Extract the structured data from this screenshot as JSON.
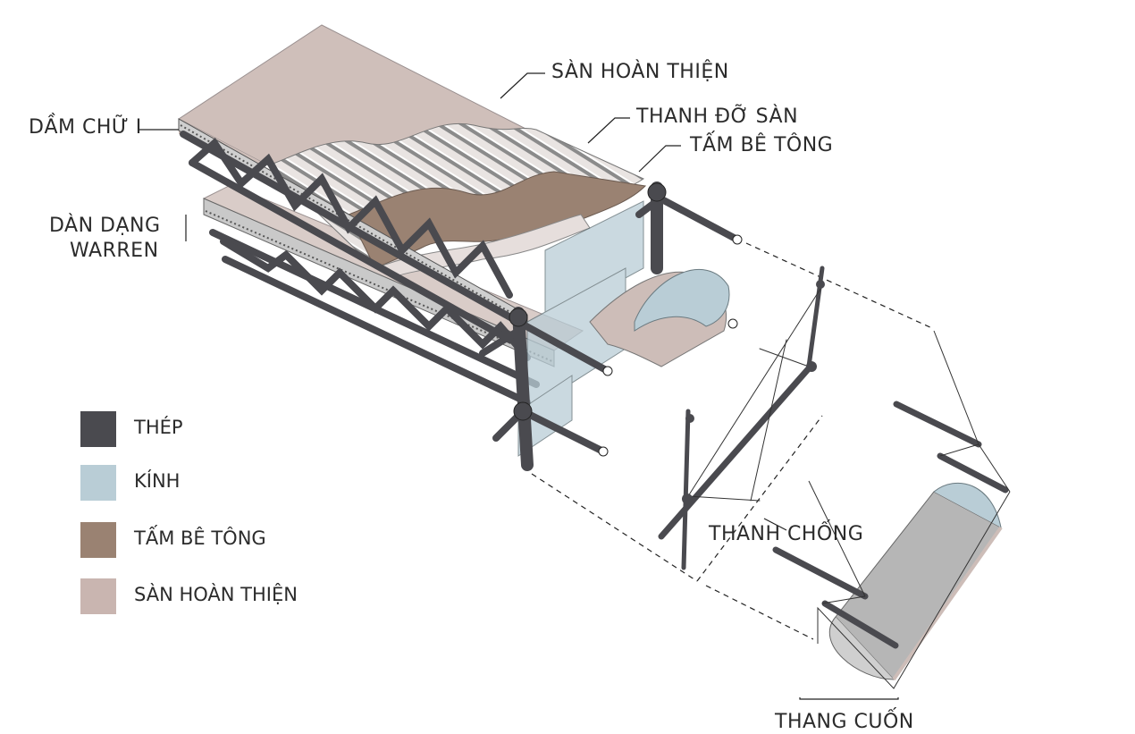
{
  "labels": {
    "finished_floor_top": "SÀN HOÀN THIỆN",
    "floor_joist": "THANH ĐỠ SÀN",
    "concrete_slab_top": "TẤM BÊ TÔNG",
    "i_beam": "DẦM CHỮ I",
    "warren_truss_line1": "DÀN DẠNG",
    "warren_truss_line2": "WARREN",
    "strut": "THANH CHỐNG",
    "escalator": "THANG CUỐN"
  },
  "legend": [
    {
      "label": "THÉP",
      "color": "#4a4a4f"
    },
    {
      "label": "KÍNH",
      "color": "#b9cdd6"
    },
    {
      "label": "TẤM BÊ TÔNG",
      "color": "#9a8272"
    },
    {
      "label": "SÀN HOÀN THIỆN",
      "color": "#c9b5b0"
    }
  ],
  "colors": {
    "steel": "#4a4a4f",
    "glass": "#b9cdd6",
    "concrete": "#9a8272",
    "finish": "#cdbdb8",
    "line": "#333333"
  }
}
